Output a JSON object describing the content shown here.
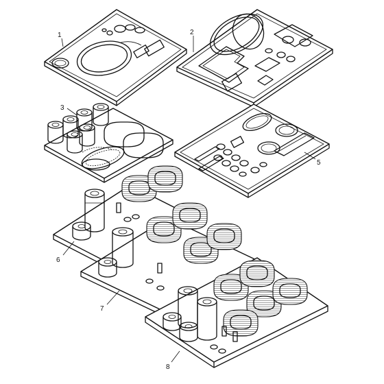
{
  "diagram": {
    "callouts": [
      {
        "id": "kit-1",
        "label": "1"
      },
      {
        "id": "kit-2",
        "label": "2"
      },
      {
        "id": "kit-3",
        "label": "3"
      },
      {
        "id": "kit-5",
        "label": "5"
      },
      {
        "id": "kit-6",
        "label": "6"
      },
      {
        "id": "kit-7",
        "label": "7"
      },
      {
        "id": "kit-8",
        "label": "8"
      }
    ]
  }
}
